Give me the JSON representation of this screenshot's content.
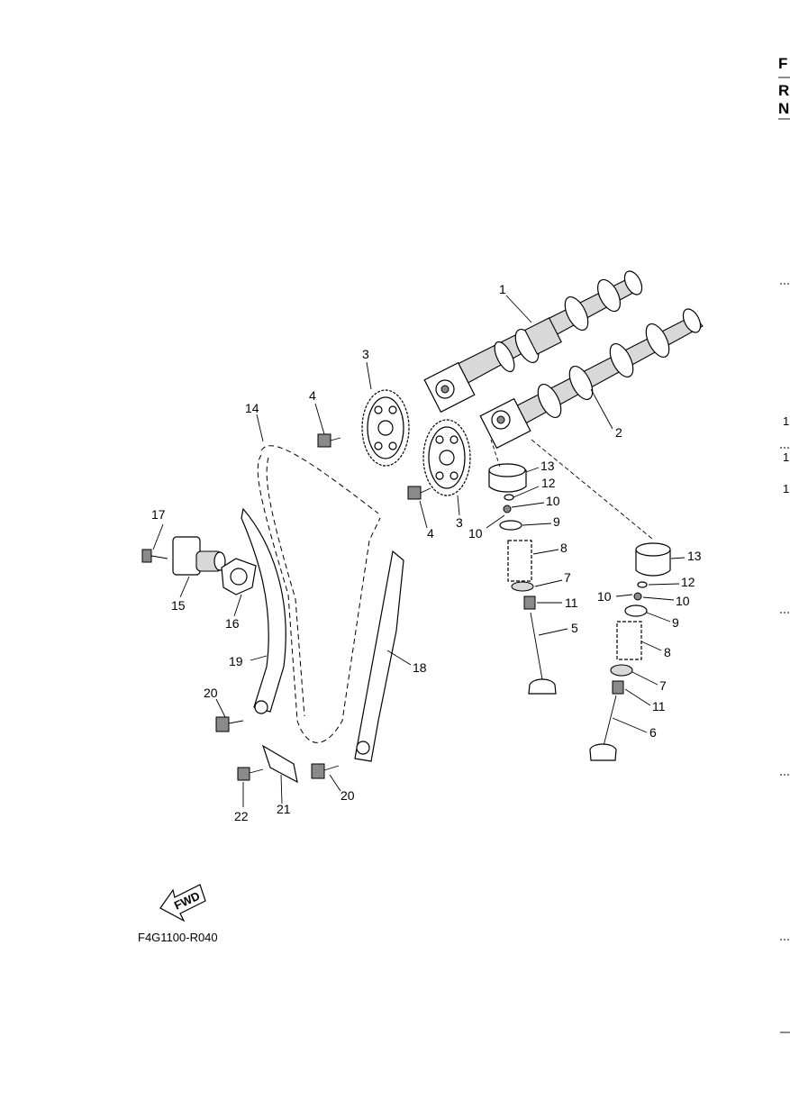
{
  "edge_text": {
    "top": [
      "F",
      "R",
      "N"
    ],
    "right_marks": [
      "1",
      "1",
      "1"
    ]
  },
  "callouts": [
    "1",
    "2",
    "3",
    "3",
    "4",
    "4",
    "5",
    "6",
    "7",
    "7",
    "8",
    "8",
    "9",
    "9",
    "10",
    "10",
    "10",
    "10",
    "11",
    "11",
    "12",
    "12",
    "13",
    "13",
    "14",
    "15",
    "16",
    "17",
    "18",
    "19",
    "20",
    "20",
    "21",
    "22"
  ],
  "fwd_label": "FWD",
  "reference_code": "F4G1100-R040"
}
